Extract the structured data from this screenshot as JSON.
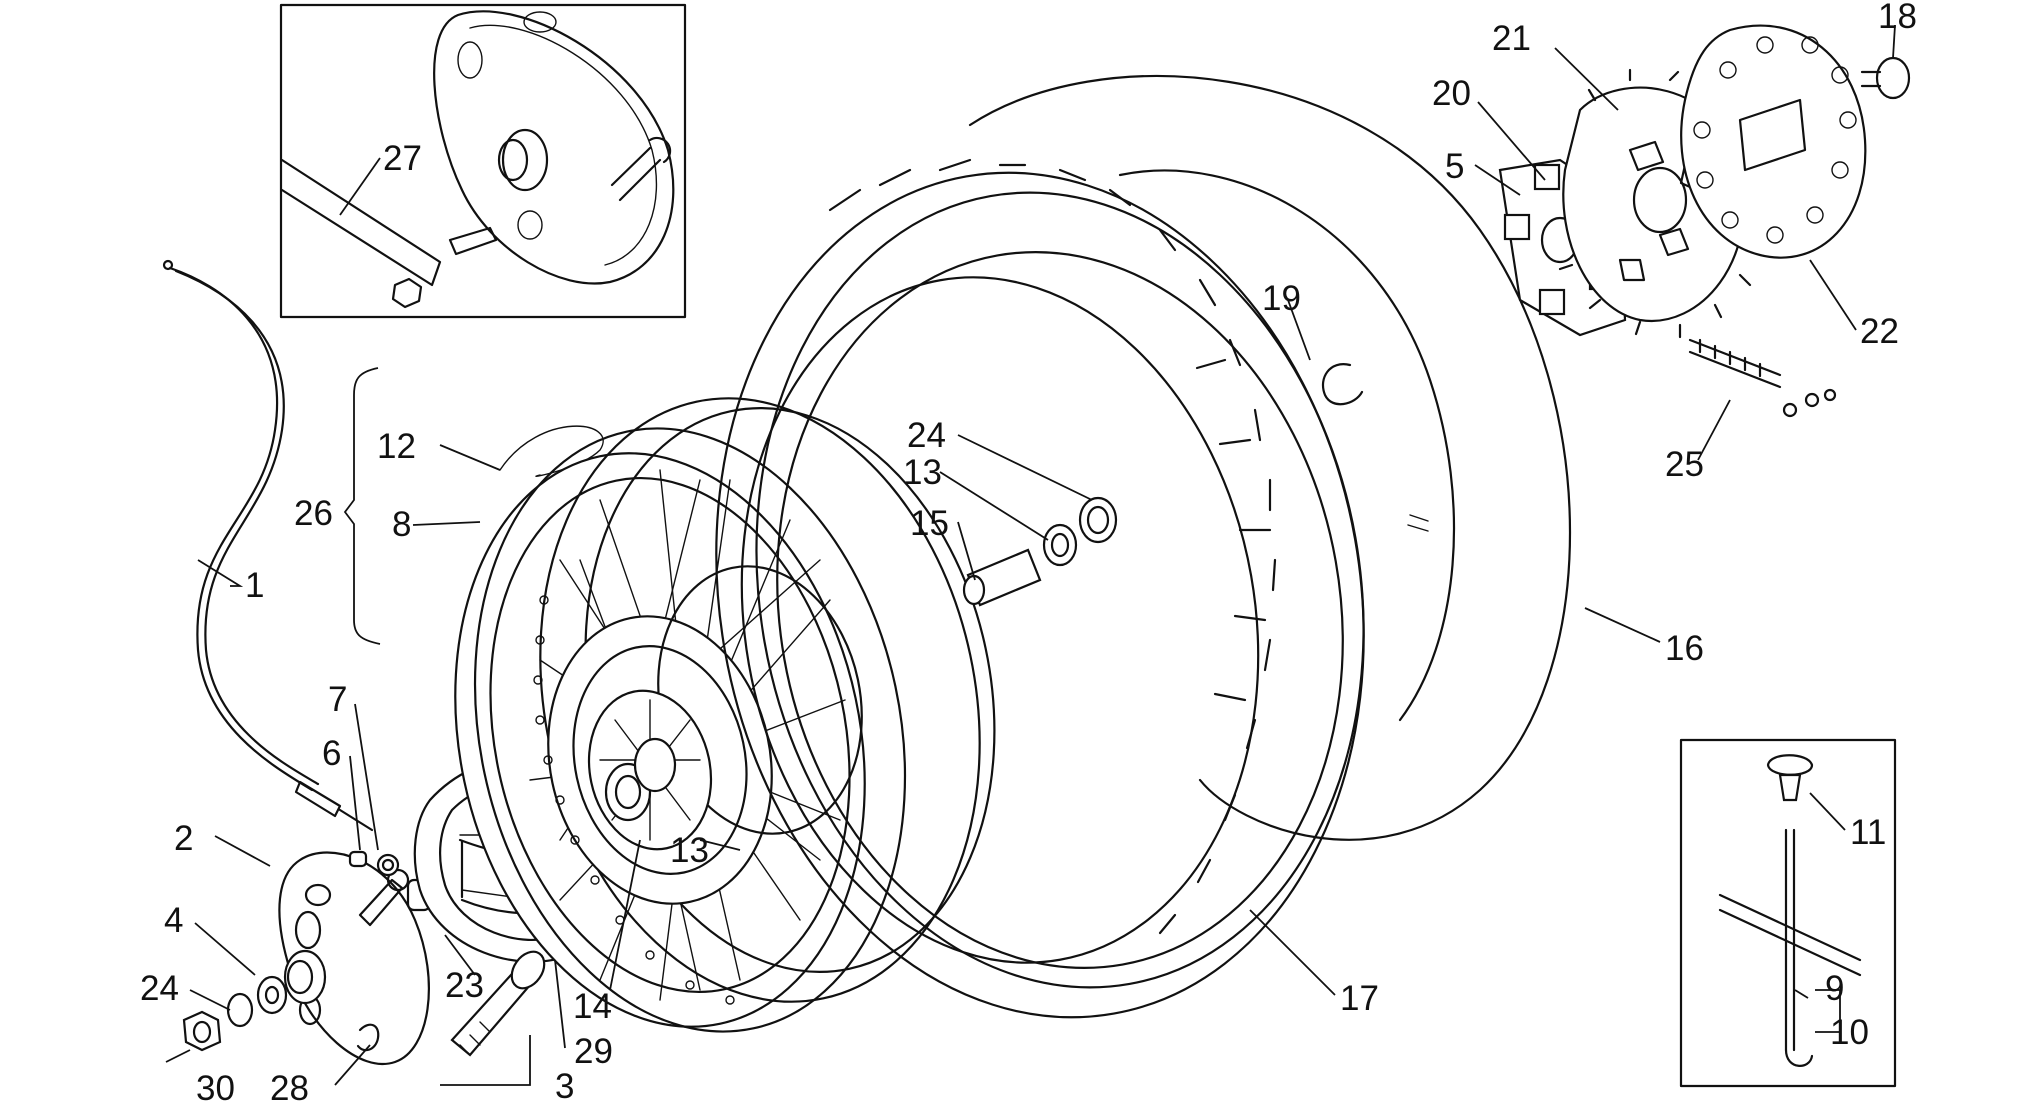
{
  "diagram": {
    "parts": [
      {
        "id": "1",
        "label": "1"
      },
      {
        "id": "2",
        "label": "2"
      },
      {
        "id": "3",
        "label": "3"
      },
      {
        "id": "4",
        "label": "4"
      },
      {
        "id": "5",
        "label": "5"
      },
      {
        "id": "6",
        "label": "6"
      },
      {
        "id": "7",
        "label": "7"
      },
      {
        "id": "8",
        "label": "8"
      },
      {
        "id": "9",
        "label": "9"
      },
      {
        "id": "10",
        "label": "10"
      },
      {
        "id": "11",
        "label": "11"
      },
      {
        "id": "12",
        "label": "12"
      },
      {
        "id": "13a",
        "label": "13"
      },
      {
        "id": "13b",
        "label": "13"
      },
      {
        "id": "14",
        "label": "14"
      },
      {
        "id": "15",
        "label": "15"
      },
      {
        "id": "16",
        "label": "16"
      },
      {
        "id": "17",
        "label": "17"
      },
      {
        "id": "18",
        "label": "18"
      },
      {
        "id": "19",
        "label": "19"
      },
      {
        "id": "20",
        "label": "20"
      },
      {
        "id": "21",
        "label": "21"
      },
      {
        "id": "22",
        "label": "22"
      },
      {
        "id": "23",
        "label": "23"
      },
      {
        "id": "24a",
        "label": "24"
      },
      {
        "id": "24b",
        "label": "24"
      },
      {
        "id": "25",
        "label": "25"
      },
      {
        "id": "26",
        "label": "26"
      },
      {
        "id": "27",
        "label": "27"
      },
      {
        "id": "28",
        "label": "28"
      },
      {
        "id": "29",
        "label": "29"
      },
      {
        "id": "30",
        "label": "30"
      }
    ]
  }
}
